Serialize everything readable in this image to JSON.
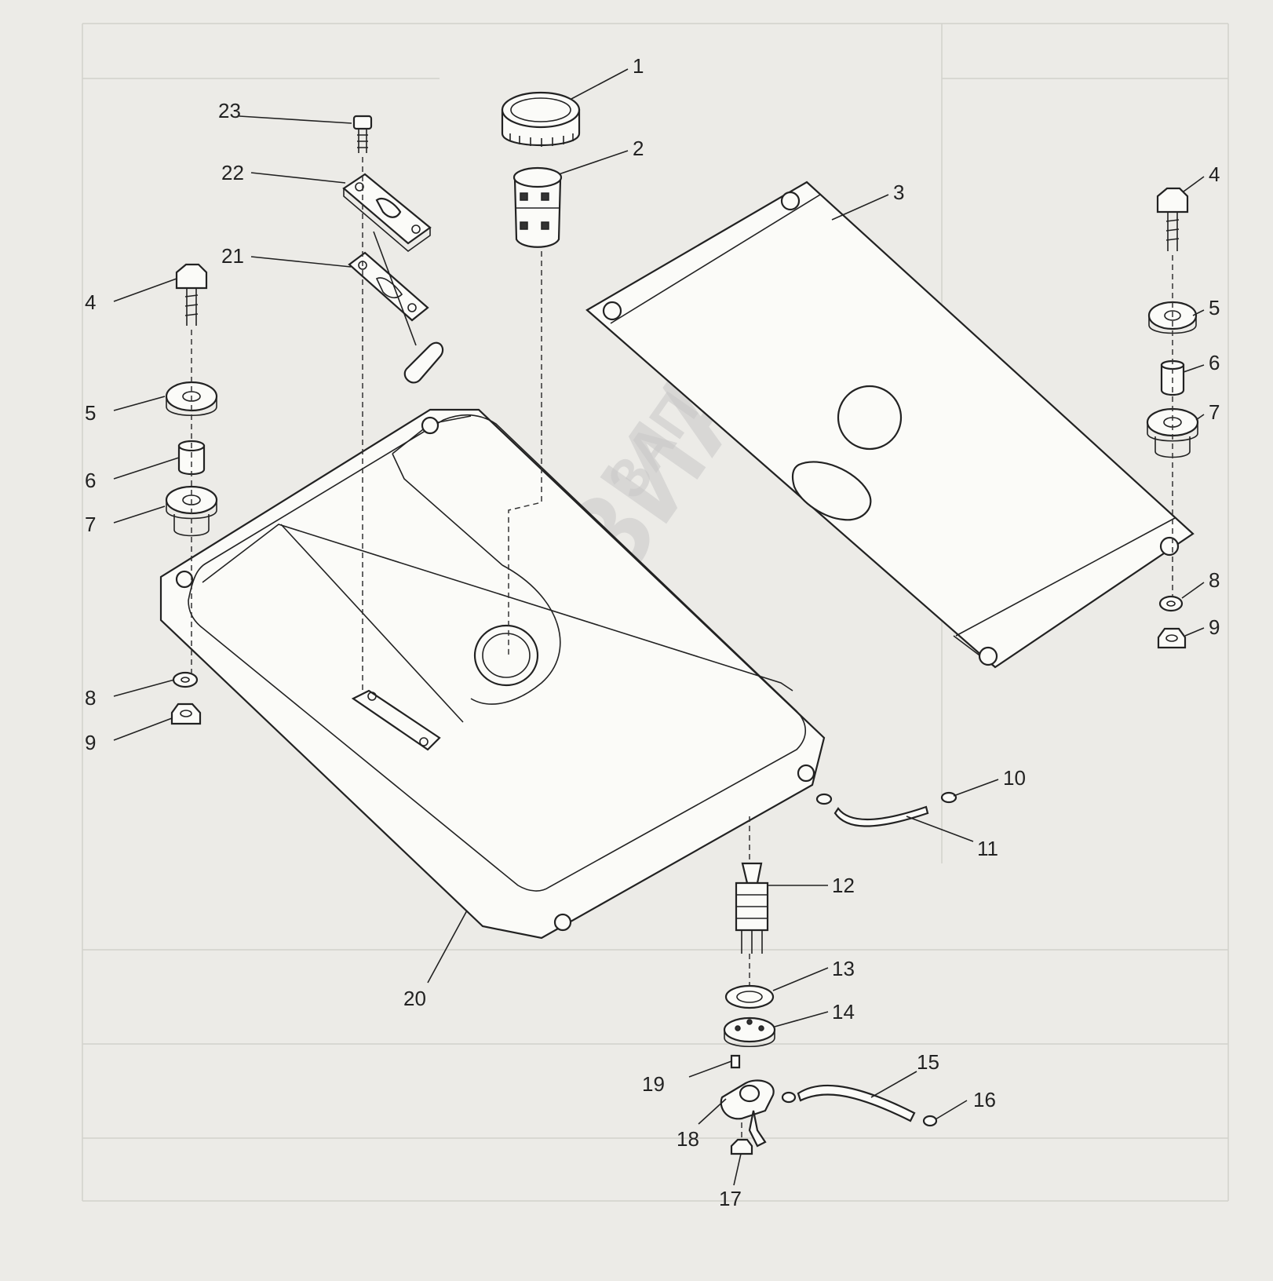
{
  "watermark": {
    "brand": "ЭНТУЗИАСТ!",
    "subtitle": "ЗАПЧАСТИ",
    "registered": "®"
  },
  "labels": {
    "p1": "1",
    "p2": "2",
    "p3": "3",
    "p4a": "4",
    "p4b": "4",
    "p5a": "5",
    "p5b": "5",
    "p6a": "6",
    "p6b": "6",
    "p7a": "7",
    "p7b": "7",
    "p8a": "8",
    "p8b": "8",
    "p9a": "9",
    "p9b": "9",
    "p10": "10",
    "p11": "11",
    "p12": "12",
    "p13": "13",
    "p14": "14",
    "p15": "15",
    "p16": "16",
    "p17": "17",
    "p18": "18",
    "p19": "19",
    "p20": "20",
    "p21": "21",
    "p22": "22",
    "p23": "23"
  }
}
